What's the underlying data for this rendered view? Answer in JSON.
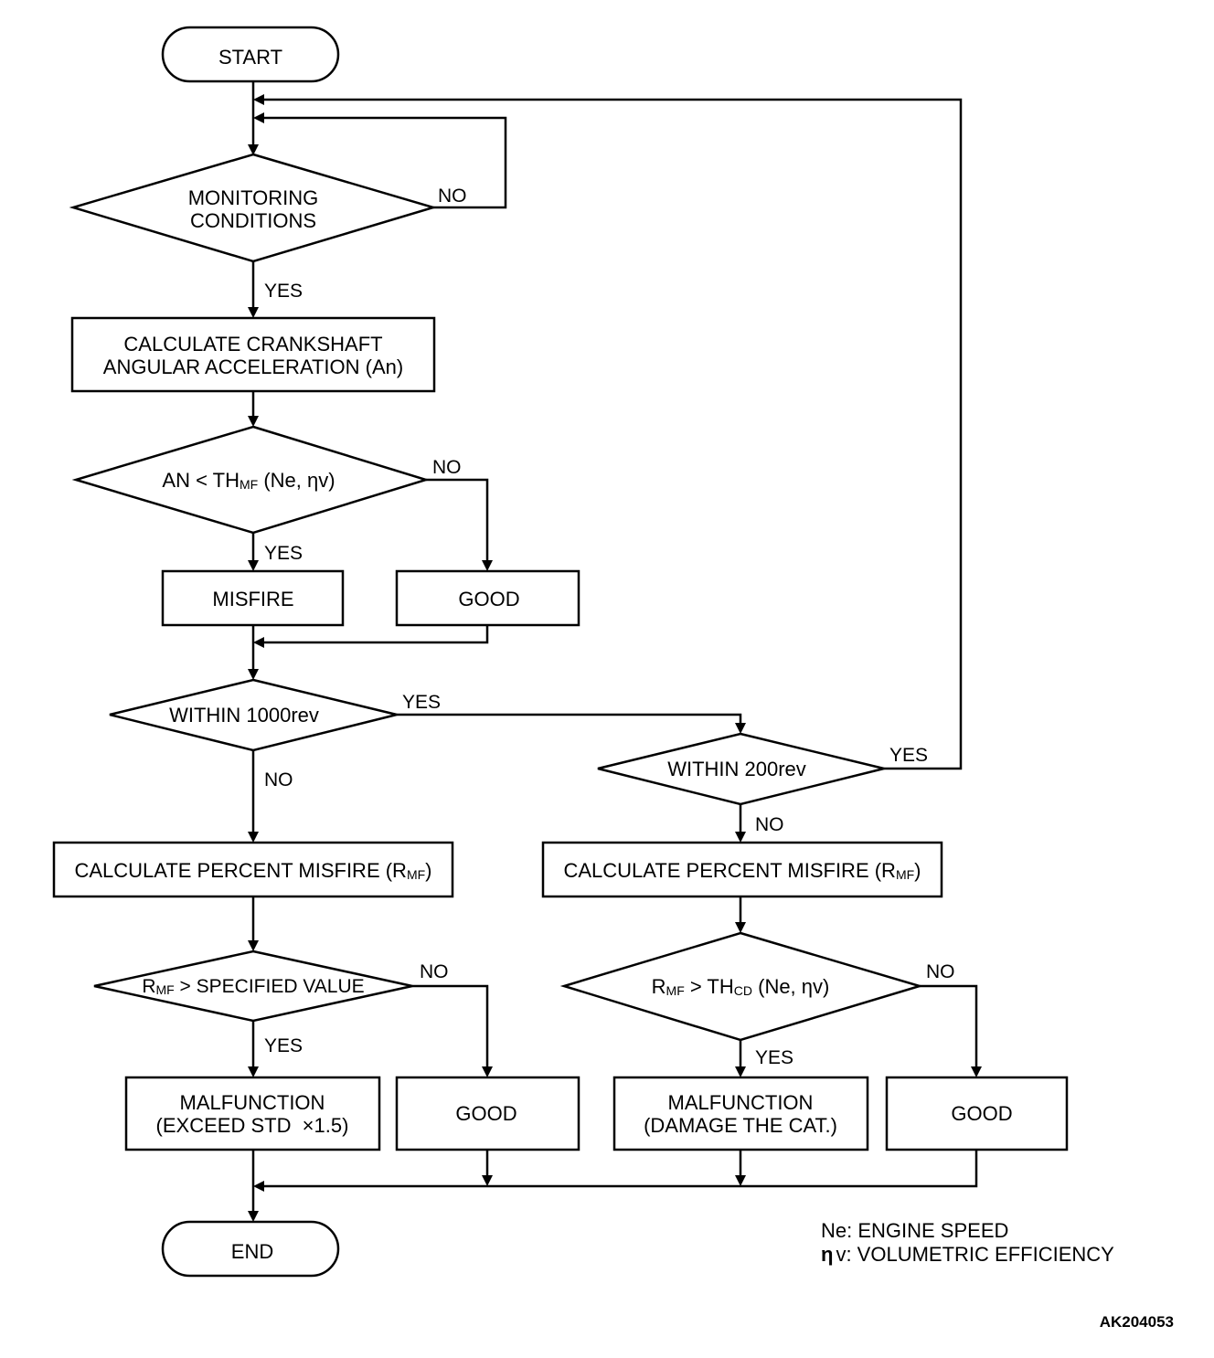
{
  "nodes": {
    "start": "START",
    "monitoring": [
      "MONITORING",
      "CONDITIONS"
    ],
    "calc_accel": [
      "CALCULATE CRANKSHAFT",
      "ANGULAR ACCELERATION (An)"
    ],
    "an_check": {
      "pre": "AN < TH",
      "sub": "MF",
      "post": " (Ne, ηv)"
    },
    "misfire": "MISFIRE",
    "good_1": "GOOD",
    "within_1000": "WITHIN 1000rev",
    "within_200": "WITHIN 200rev",
    "calc_pct_left": {
      "pre": "CALCULATE PERCENT MISFIRE (R",
      "sub": "MF",
      "post": ")"
    },
    "calc_pct_right": {
      "pre": "CALCULATE PERCENT MISFIRE (R",
      "sub": "MF",
      "post": ")"
    },
    "rmf_specified": {
      "pre": "R",
      "sub": "MF",
      "post": " > SPECIFIED VALUE"
    },
    "rmf_thcd": {
      "pre": "R",
      "sub": "MF",
      "mid": " > TH",
      "sub2": "CD",
      "post": " (Ne, ηv)"
    },
    "malfunction_std": [
      "MALFUNCTION",
      "(EXCEED STD  ×1.5)"
    ],
    "good_2": "GOOD",
    "malfunction_cat": [
      "MALFUNCTION",
      "(DAMAGE THE CAT.)"
    ],
    "good_3": "GOOD",
    "end": "END"
  },
  "labels": {
    "monitoring_no": "NO",
    "monitoring_yes": "YES",
    "an_no": "NO",
    "an_yes": "YES",
    "w1000_yes": "YES",
    "w1000_no": "NO",
    "w200_yes": "YES",
    "w200_no": "NO",
    "spec_no": "NO",
    "spec_yes": "YES",
    "thcd_no": "NO",
    "thcd_yes": "YES"
  },
  "legend": {
    "ne": "Ne: ENGINE SPEED",
    "eta_symbol": "η",
    "eta": "v: VOLUMETRIC EFFICIENCY"
  },
  "figure_code": "AK204053"
}
